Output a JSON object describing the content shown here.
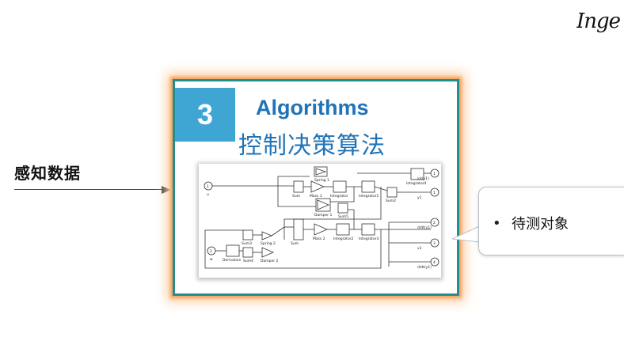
{
  "logo": "Inge",
  "left_label": "感知数据",
  "card": {
    "number": "3",
    "title_en": "Algorithms",
    "title_cn": "控制决策算法",
    "diagram": {
      "in_u": "1",
      "in_w": "2",
      "label_u": "u",
      "label_w": "w",
      "out1": "1",
      "out2": "2",
      "out3": "3",
      "out4": "4",
      "spring1": "Spring 1",
      "spring2": "Spring 2",
      "sum": "Sum",
      "mass1": "Mass 1",
      "integrator": "Integrator",
      "integrator1": "Integrator1",
      "integrator2": "Integrator2",
      "integrator3": "Integrator3",
      "integrator4": "Integrator4",
      "sum2": "Sum2",
      "sum3": "Sum3",
      "sum4": "Sum4",
      "sum5": "Sum5",
      "damper1": "Damper 1",
      "damper2": "Damper 2",
      "mass2": "Mass 2",
      "derivative": "Derivative",
      "int_y": "int(y1)",
      "y1": "y1",
      "dy1": "d/dt(y1)",
      "v1": "v1",
      "dy1b": "d/dt(y1)"
    }
  },
  "callout": {
    "bullet": "•",
    "text": "待测对象"
  }
}
